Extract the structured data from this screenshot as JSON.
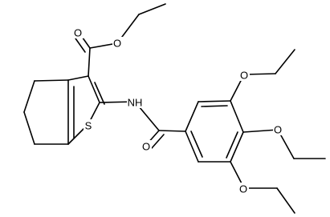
{
  "molecule": {
    "labels": {
      "ester_carbonyl_O": "O",
      "ester_link_O": "O",
      "amide_NH": "NH",
      "thiophene_S": "S",
      "amide_O": "O",
      "ethoxy_top_O": "O",
      "ethoxy_middle_O": "O",
      "ethoxy_bottom_O": "O"
    },
    "colors": {
      "bond": "#000000",
      "label": "#000000",
      "background": "#ffffff"
    }
  }
}
